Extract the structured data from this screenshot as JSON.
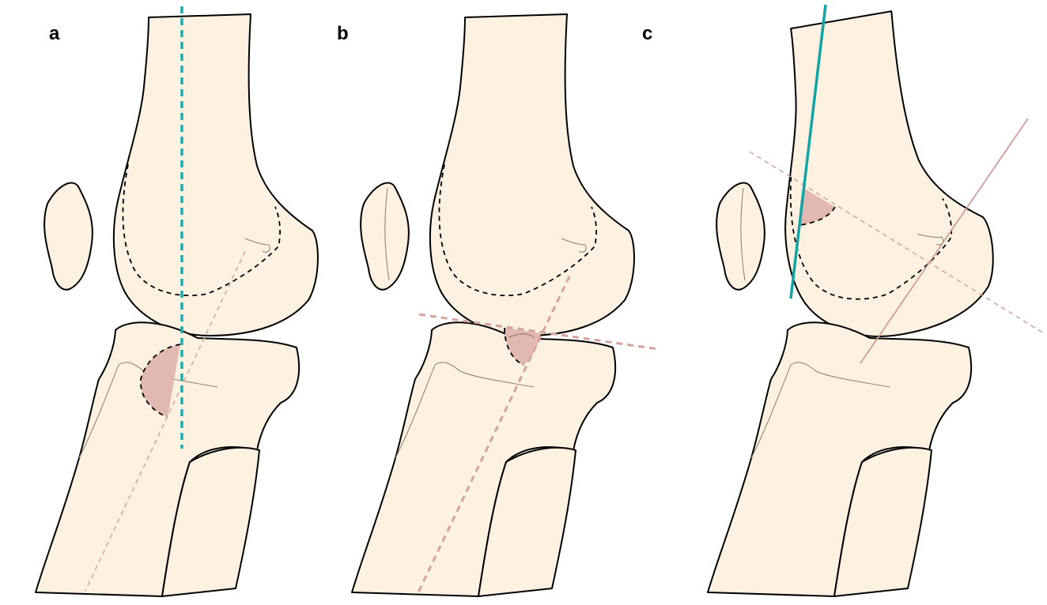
{
  "panels": [
    {
      "label": "a",
      "colors": {
        "axis": "#1aaeb0",
        "shade": "#e2b8b3",
        "guide": "#d4a39f"
      }
    },
    {
      "label": "b",
      "colors": {
        "shade": "#e2b8b3",
        "guide": "#d4a39f"
      }
    },
    {
      "label": "c",
      "colors": {
        "axis": "#12a4a6",
        "shade": "#e2b8b3",
        "guide": "#cf9e9a"
      }
    }
  ],
  "colors": {
    "bone_fill": "#fdf1e1",
    "outline": "#000000"
  }
}
